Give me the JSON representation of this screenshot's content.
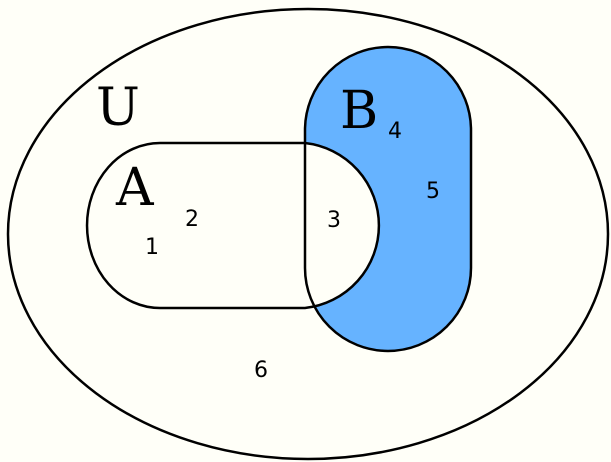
{
  "diagram": {
    "universe_label": "U",
    "set_a_label": "A",
    "set_b_label": "B",
    "regions": {
      "r1": "1",
      "r2": "2",
      "r3": "3",
      "r4": "4",
      "r5": "5",
      "r6": "6"
    },
    "highlight_color": "#66b3ff",
    "highlighted_region": "B minus A"
  }
}
